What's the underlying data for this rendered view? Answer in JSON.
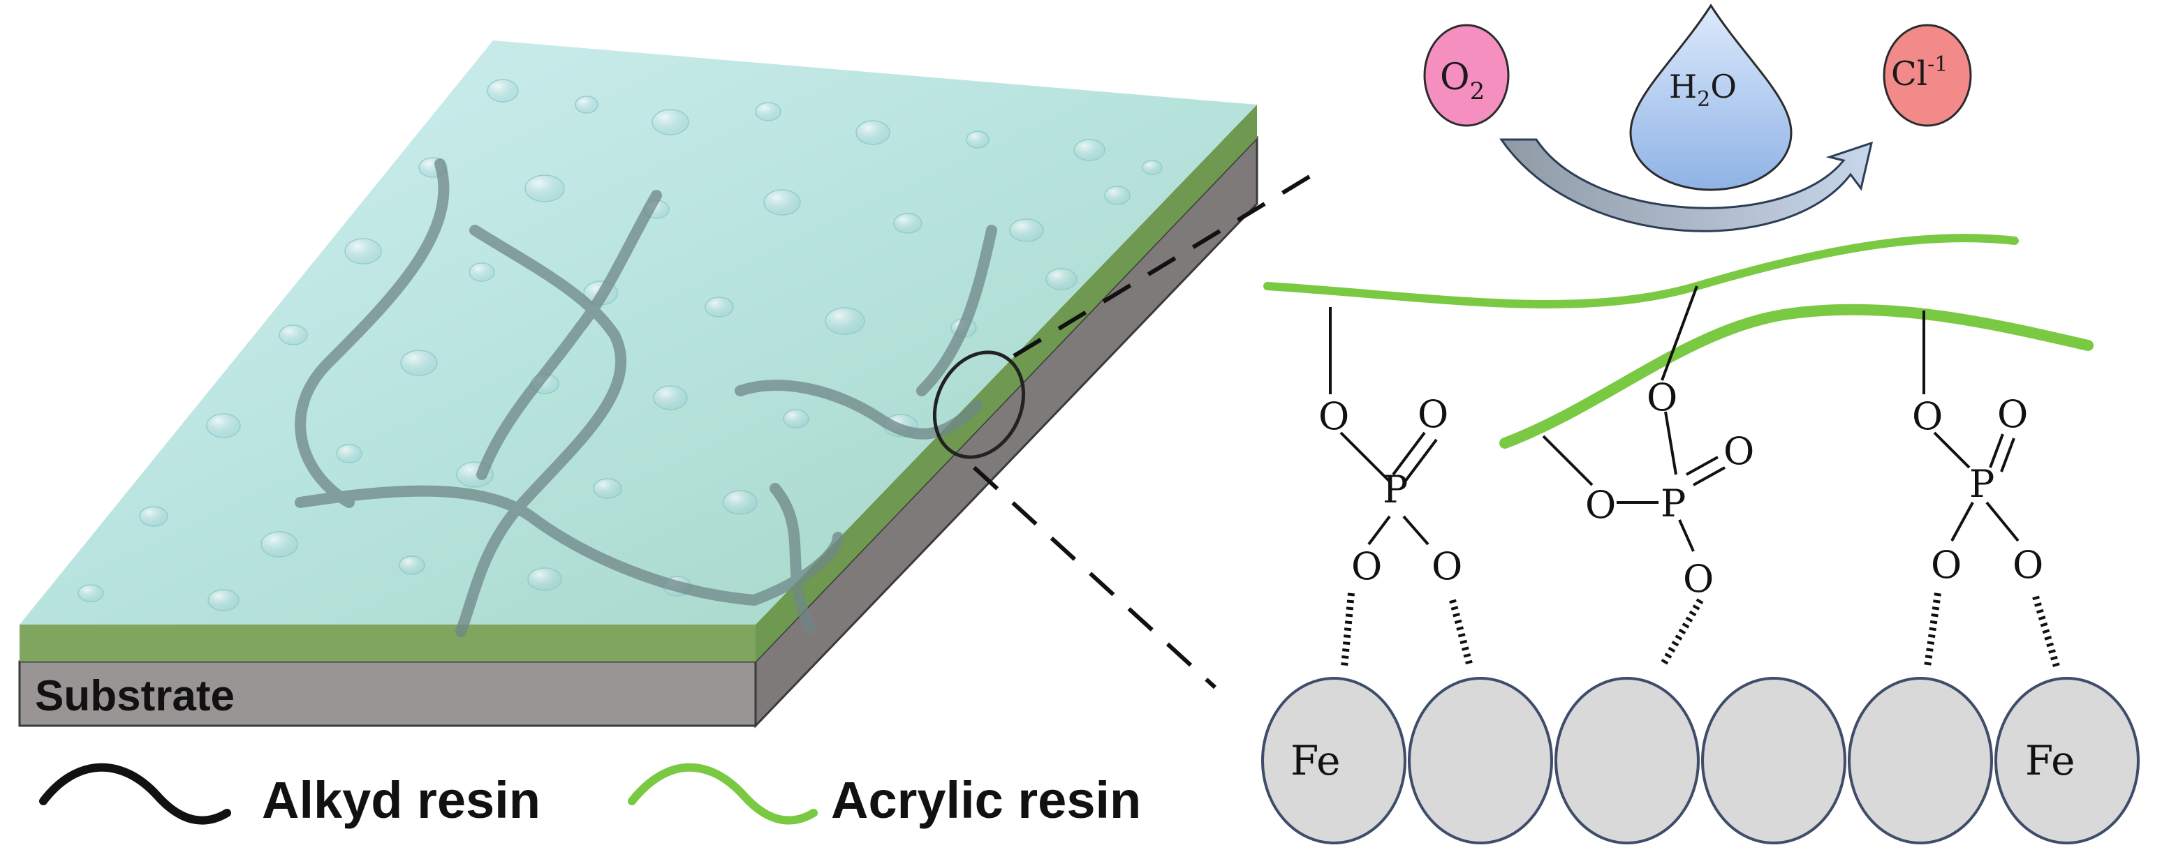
{
  "substrate_label": "Substrate",
  "species": {
    "oxygen": {
      "base": "O",
      "sub": "2"
    },
    "water": {
      "pre": "H",
      "sub": "2",
      "post": "O"
    },
    "chloride": {
      "base": "Cl",
      "sup": "-1"
    }
  },
  "atoms": {
    "oxygen": "O",
    "phosphorus": "P",
    "iron": "Fe"
  },
  "legend": {
    "alkyd": "Alkyd resin",
    "acrylic": "Acrylic resin"
  },
  "colors": {
    "alkyd": "#111111",
    "acrylic": "#7ac943",
    "oxygen_bubble": "#f48fbf",
    "water_drop": "#a9c8ef",
    "chloride_bubble": "#f28a8a",
    "iron_atom": "#d9d9d9",
    "coating": "#a9dcd6",
    "substrate": "#8f8b8b"
  }
}
